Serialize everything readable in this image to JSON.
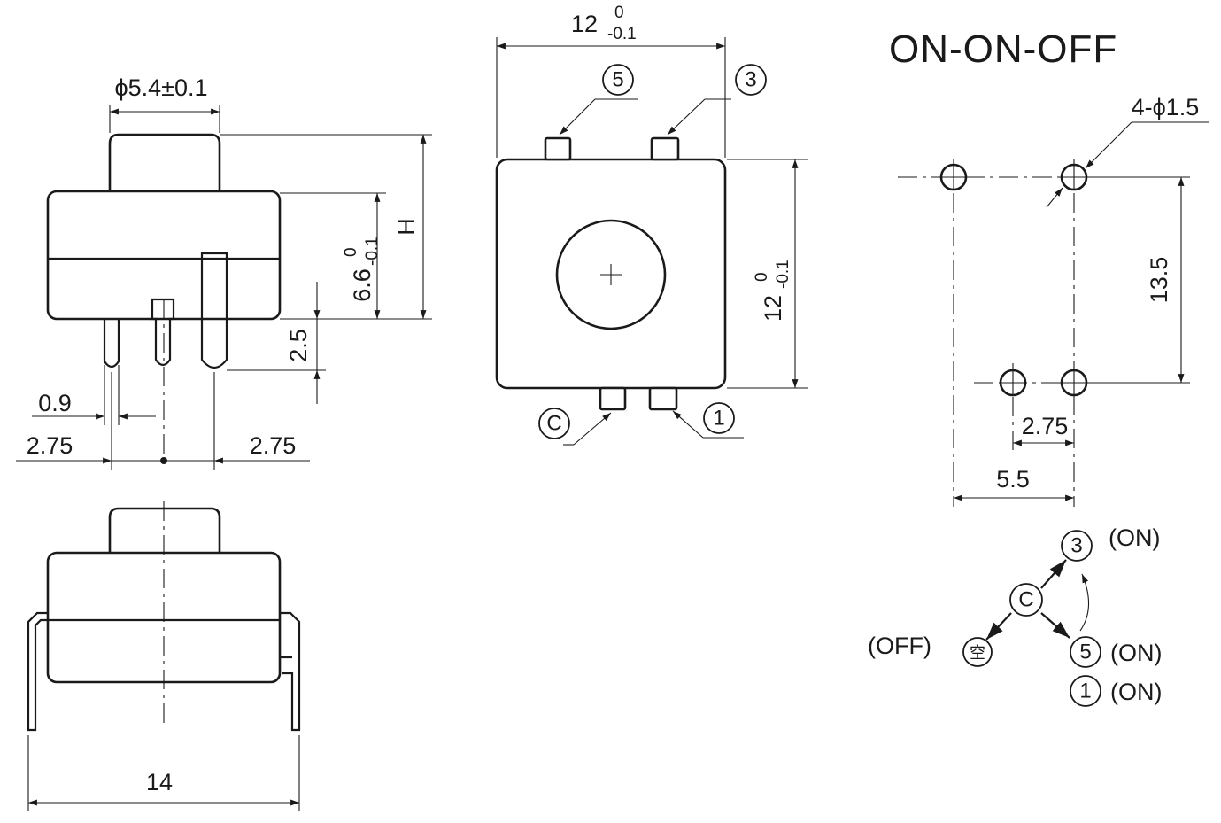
{
  "title": "ON-ON-OFF",
  "side_view": {
    "button_diameter": "ϕ5.4±0.1",
    "height_label": "H",
    "body_height": "6.6",
    "body_height_tol_upper": "0",
    "body_height_tol_lower": "-0.1",
    "pin_length": "2.5",
    "pin_width": "0.9",
    "pitch_left": "2.75",
    "pitch_right": "2.75"
  },
  "top_view": {
    "width": "12",
    "width_tol_upper": "0",
    "width_tol_lower": "-0.1",
    "depth": "12",
    "depth_tol_upper": "0",
    "depth_tol_lower": "-0.1",
    "pins": [
      "5",
      "3",
      "C",
      "1"
    ]
  },
  "front_view": {
    "overall_width": "14"
  },
  "footprint": {
    "hole_spec": "4-ϕ1.5",
    "row_spacing": "13.5",
    "small_spacing": "2.75",
    "large_spacing": "5.5"
  },
  "schematic": {
    "common": "C",
    "off_symbol": "空",
    "nodes": [
      {
        "pin": "3",
        "state": "(ON)"
      },
      {
        "pin": "5",
        "state": "(ON)"
      },
      {
        "pin": "1",
        "state": "(ON)"
      }
    ],
    "off_label": "(OFF)"
  }
}
